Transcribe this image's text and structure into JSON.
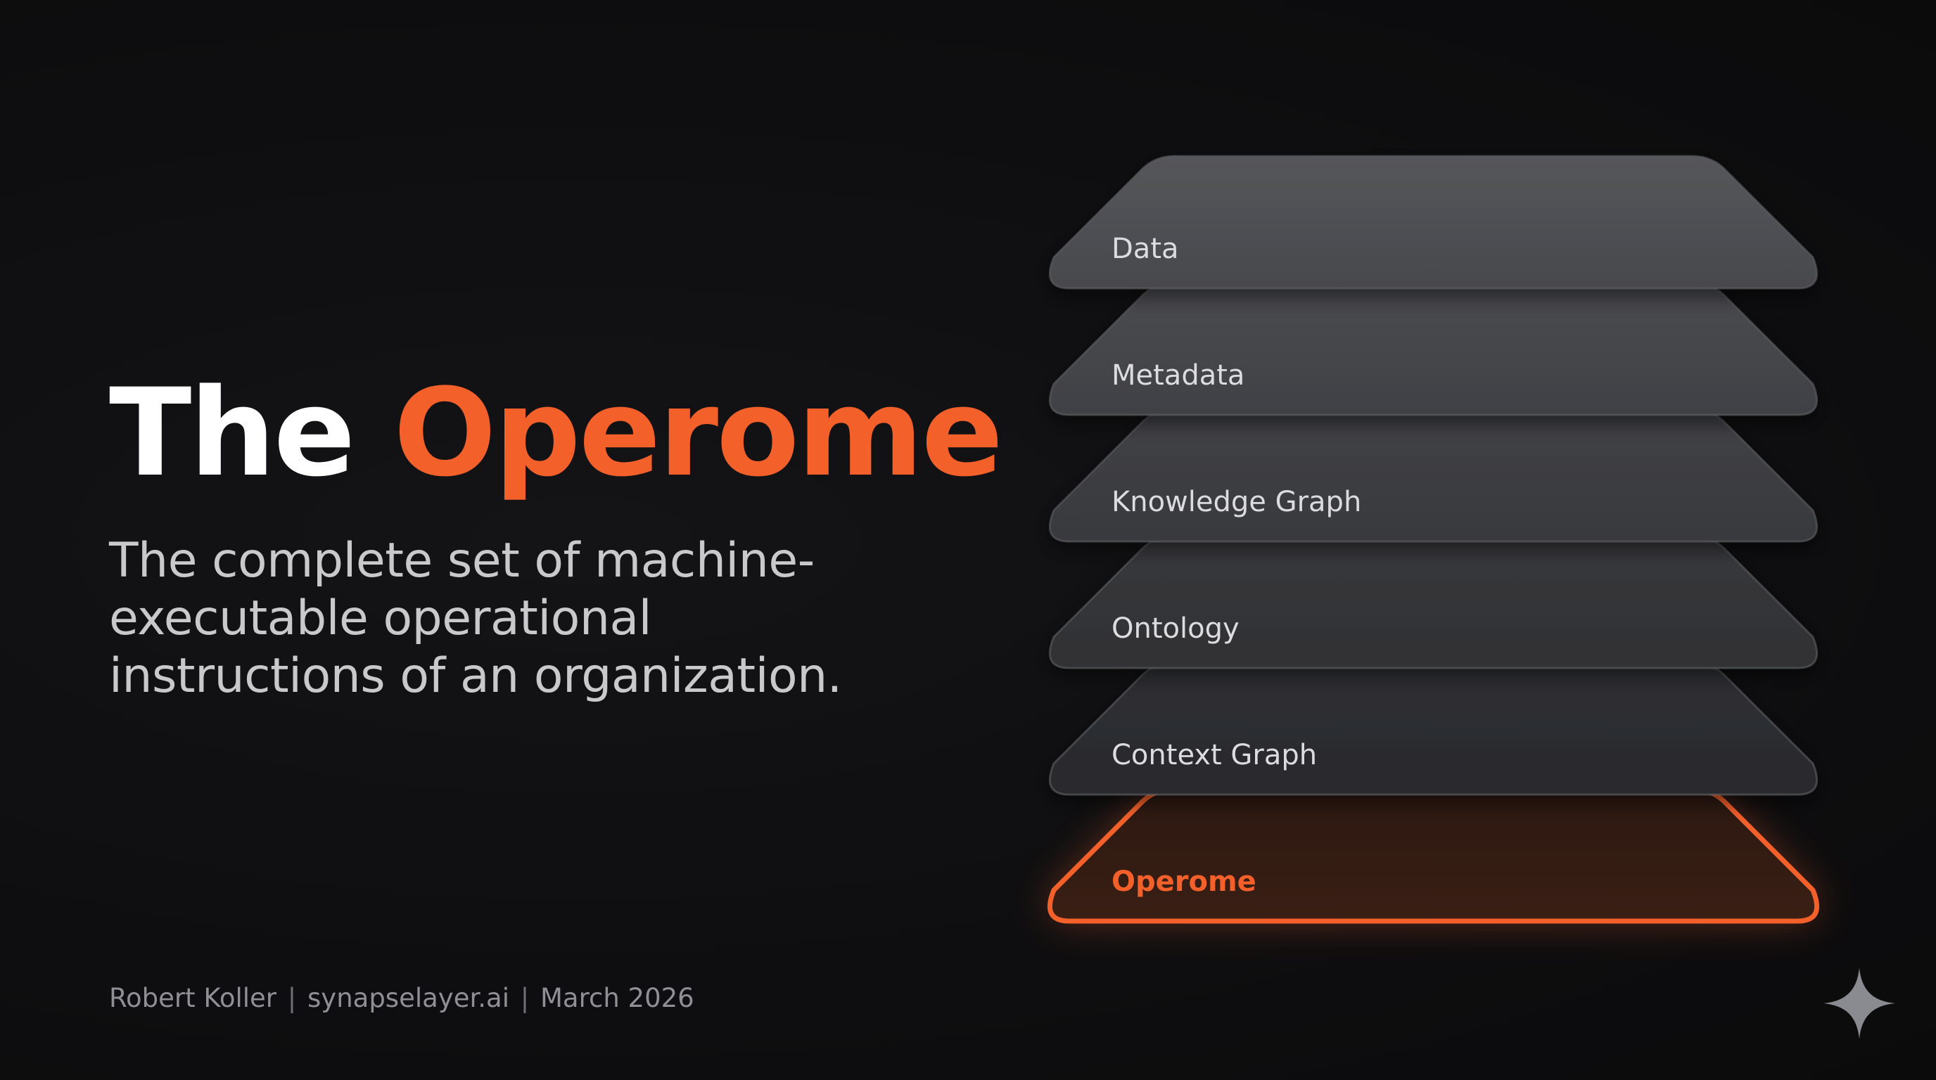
{
  "title": {
    "word1": "The",
    "word2": "Operome"
  },
  "subtitle": {
    "lines": [
      "The complete set of machine-",
      "executable operational",
      "instructions of an organization."
    ]
  },
  "footer": {
    "author": "Robert Koller",
    "site": "synapselayer.ai",
    "date": "March 2026",
    "separator": "|"
  },
  "layers": [
    {
      "label": "Data"
    },
    {
      "label": "Metadata"
    },
    {
      "label": "Knowledge Graph"
    },
    {
      "label": "Ontology"
    },
    {
      "label": "Context Graph"
    },
    {
      "label": "Operome",
      "highlight": true
    }
  ],
  "colors": {
    "accent": "#f4602a",
    "background": "#0f0f11"
  },
  "icons": {
    "corner": "sparkle-icon"
  }
}
